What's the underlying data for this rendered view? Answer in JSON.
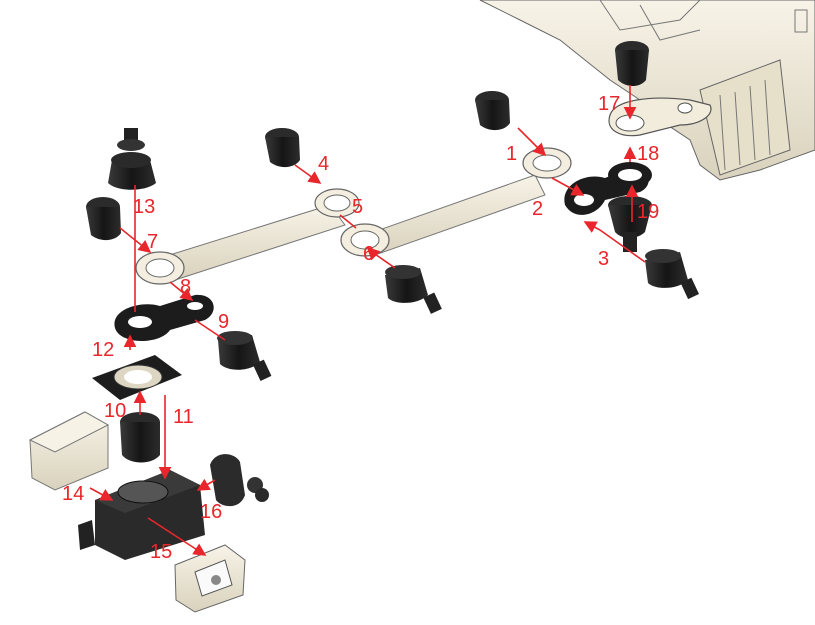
{
  "diagram": {
    "callouts": [
      "1",
      "2",
      "3",
      "4",
      "5",
      "6",
      "7",
      "8",
      "9",
      "10",
      "11",
      "12",
      "13",
      "14",
      "15",
      "16",
      "17",
      "18",
      "19"
    ]
  },
  "colors": {
    "callout": "#e8262b",
    "part_black": "#1b1b1b",
    "part_ivory": "#efe9d8",
    "outline": "#555555"
  }
}
